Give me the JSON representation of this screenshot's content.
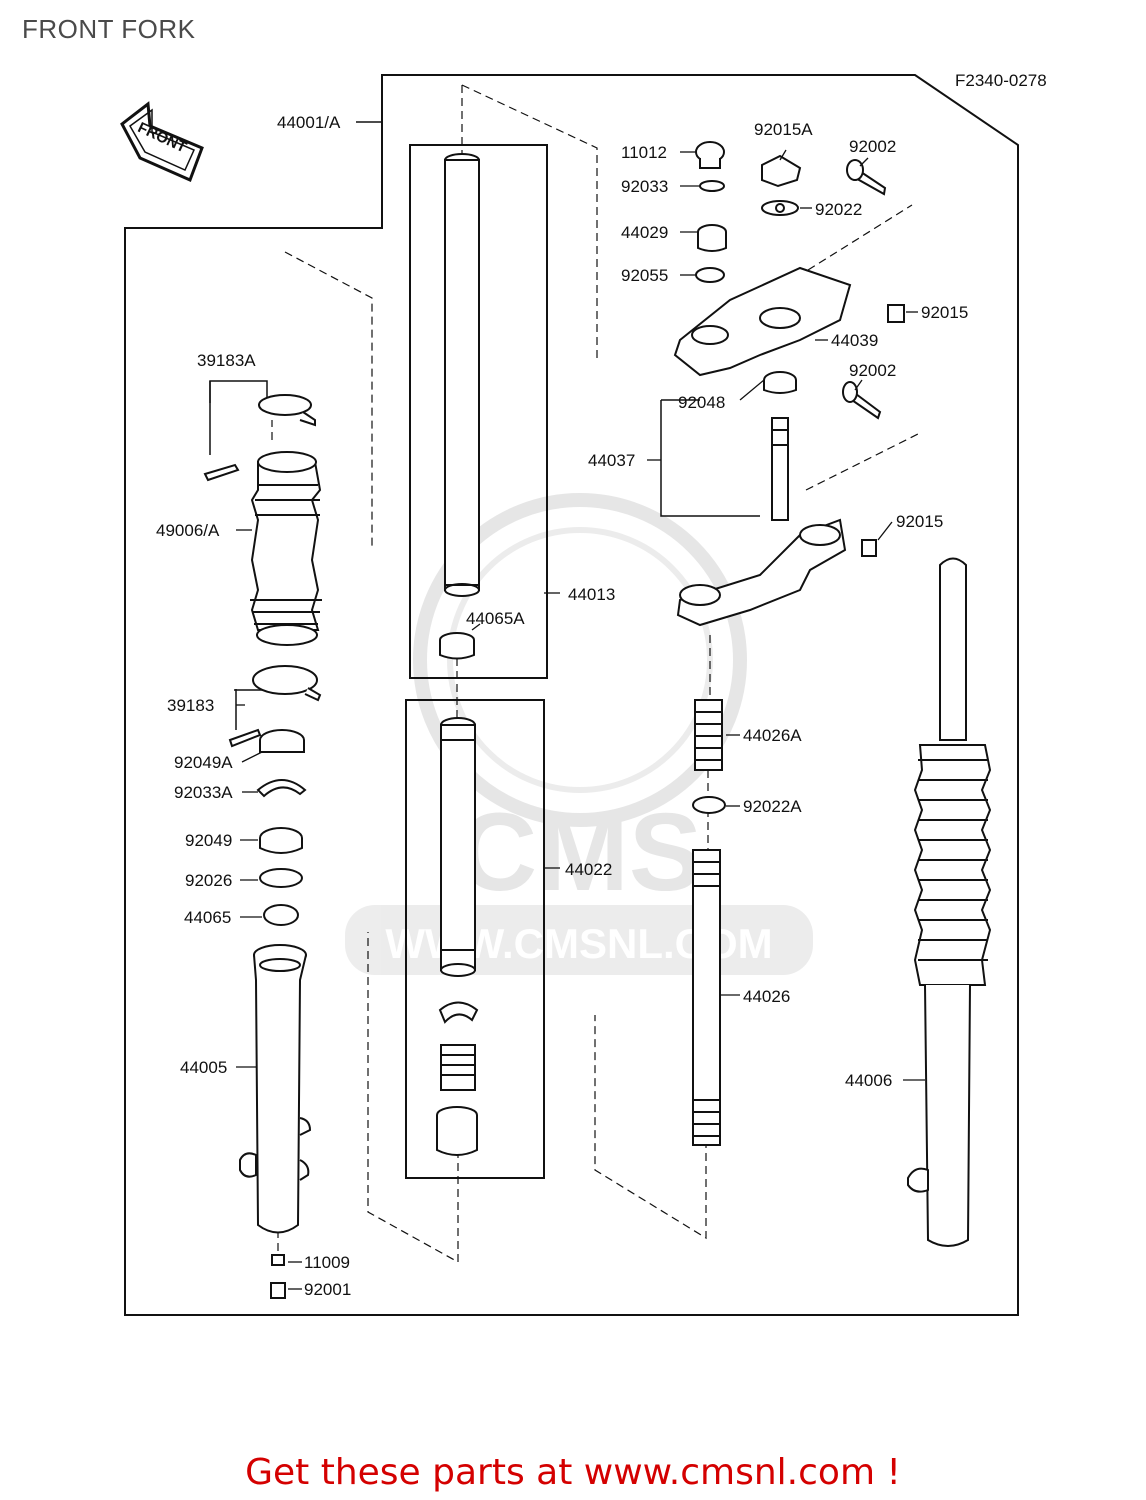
{
  "page": {
    "title": "FRONT FORK",
    "diagram_code": "F2340-0278",
    "front_sign": "FRONT",
    "watermark_logo": "CMS",
    "watermark_url": "WWW.CMSNL.COM",
    "footer": "Get these parts at www.cmsnl.com !"
  },
  "parts": {
    "p44001A": "44001/A",
    "p11012": "11012",
    "p92015A": "92015A",
    "p92002a": "92002",
    "p92033": "92033",
    "p92022": "92022",
    "p44029": "44029",
    "p92055": "92055",
    "p92015a": "92015",
    "p44039": "44039",
    "p92002b": "92002",
    "p92048": "92048",
    "p44037": "44037",
    "p92015b": "92015",
    "p39183A": "39183A",
    "p49006A": "49006/A",
    "p44013": "44013",
    "p44065A": "44065A",
    "p39183": "39183",
    "p92049A": "92049A",
    "p92033A": "92033A",
    "p92049": "92049",
    "p92026": "92026",
    "p44065": "44065",
    "p44022": "44022",
    "p44026A": "44026A",
    "p92022A": "92022A",
    "p44026": "44026",
    "p44005": "44005",
    "p44006": "44006",
    "p11009": "11009",
    "p92001": "92001"
  }
}
